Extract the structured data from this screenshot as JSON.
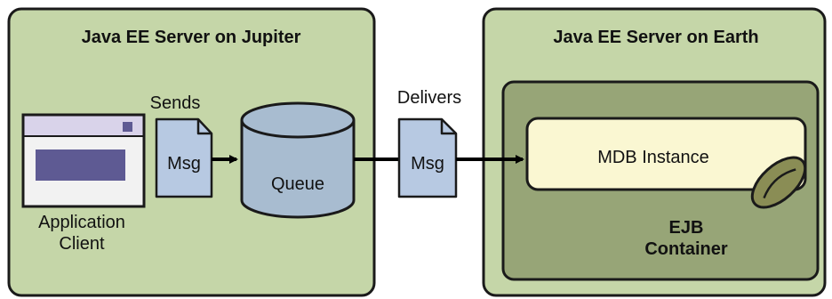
{
  "servers": {
    "jupiter": {
      "title": "Java EE Server on Jupiter"
    },
    "earth": {
      "title": "Java EE Server on Earth"
    }
  },
  "client": {
    "label_line1": "Application",
    "label_line2": "Client"
  },
  "send": {
    "verb": "Sends",
    "message": "Msg"
  },
  "queue": {
    "label": "Queue"
  },
  "deliver": {
    "verb": "Delivers",
    "message": "Msg"
  },
  "mdb": {
    "label": "MDB Instance"
  },
  "container": {
    "label_line1": "EJB",
    "label_line2": "Container"
  },
  "colors": {
    "server_fill": "#c5d6a8",
    "container_fill": "#97a577",
    "mdb_fill": "#faf7d2",
    "message_fill": "#b7c9e2",
    "queue_fill": "#a8bcd0",
    "client_title_bar": "#d9d3ea",
    "client_panel": "#5e5a93",
    "bean_fill": "#8a8d55"
  },
  "icons": [
    "message-document-icon",
    "queue-cylinder-icon",
    "bean-icon",
    "application-window-icon"
  ]
}
